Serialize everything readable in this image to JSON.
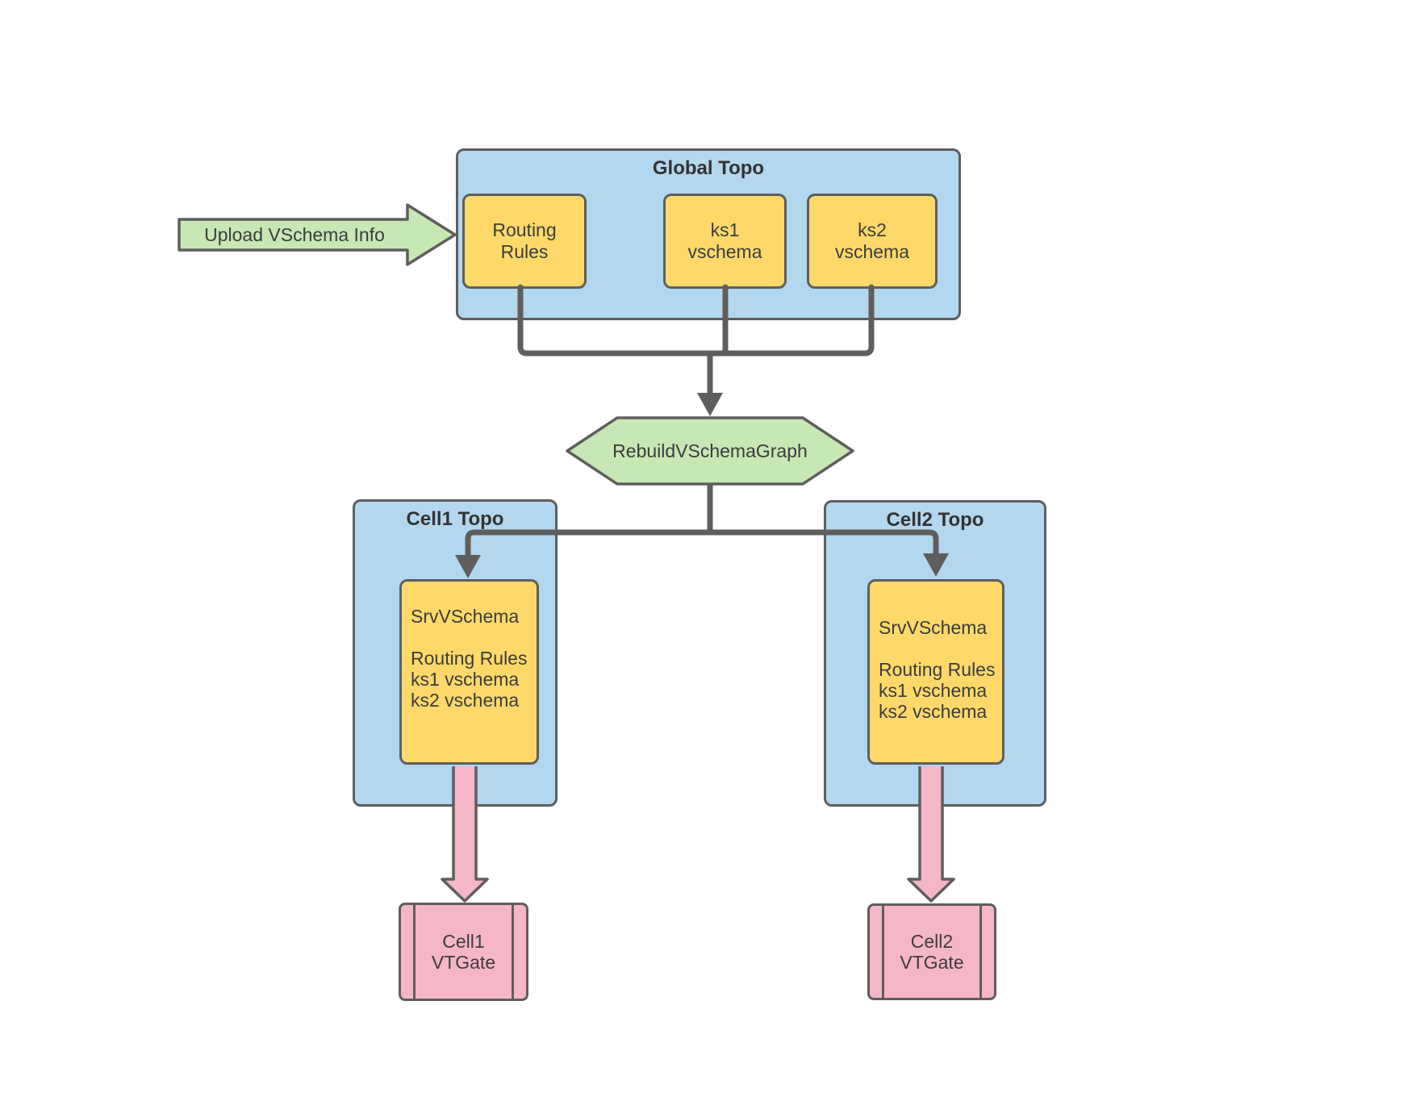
{
  "colors": {
    "container_fill": "#b3d7ef",
    "node_fill": "#fed96a",
    "accent_green": "#c7e8b5",
    "accent_pink": "#f5b6c8",
    "stroke": "#5e5e5e"
  },
  "upload_arrow": {
    "label": "Upload VSchema Info"
  },
  "global_topo": {
    "title": "Global Topo",
    "nodes": [
      {
        "line1": "Routing",
        "line2": "Rules"
      },
      {
        "line1": "ks1",
        "line2": "vschema"
      },
      {
        "line1": "ks2",
        "line2": "vschema"
      }
    ]
  },
  "rebuild_step": {
    "label": "RebuildVSchemaGraph"
  },
  "cells": [
    {
      "title": "Cell1 Topo",
      "srv_lines": [
        "SrvVSchema",
        "Routing Rules",
        "ks1 vschema",
        "ks2 vschema"
      ],
      "vtgate": {
        "line1": "Cell1",
        "line2": "VTGate"
      }
    },
    {
      "title": "Cell2 Topo",
      "srv_lines": [
        "SrvVSchema",
        "Routing Rules",
        "ks1 vschema",
        "ks2 vschema"
      ],
      "vtgate": {
        "line1": "Cell2",
        "line2": "VTGate"
      }
    }
  ]
}
